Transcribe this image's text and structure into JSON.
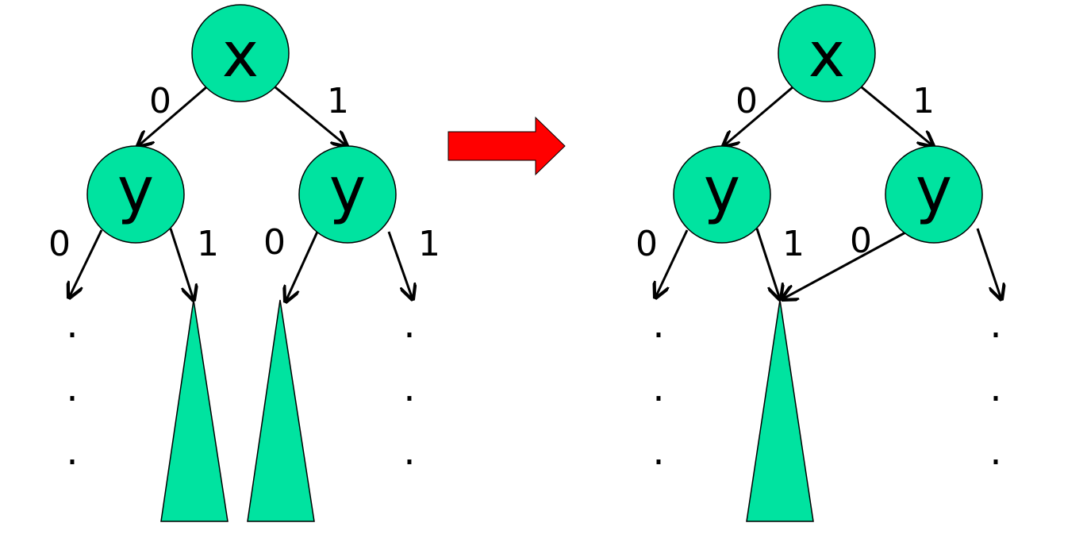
{
  "colors": {
    "node_fill": "#00E3A0",
    "stroke": "#000000",
    "arrow": "#FF0000"
  },
  "left_diagram": {
    "root_label": "x",
    "left_child_label": "y",
    "right_child_label": "y",
    "edge_labels": {
      "root_left": "0",
      "root_right": "1",
      "lc_left": "0",
      "lc_right": "1",
      "rc_left": "0",
      "rc_right": "1"
    },
    "dot": "."
  },
  "transform_arrow": "right-arrow",
  "right_diagram": {
    "root_label": "x",
    "left_child_label": "y",
    "right_child_label": "y",
    "edge_labels": {
      "root_left": "0",
      "root_right": "1",
      "lc_left": "0",
      "lc_right": "1",
      "rc_left": "0"
    },
    "dot": "."
  }
}
